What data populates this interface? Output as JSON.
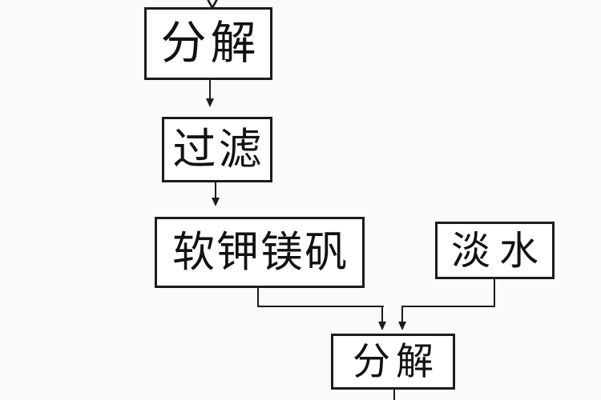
{
  "page": {
    "background_color": "#fbfaf9",
    "box_fill_color": "#ffffff",
    "line_color": "#1b1b1b",
    "text_color": "#121212"
  },
  "nodes": {
    "decompose_top": {
      "label": "分解"
    },
    "filter": {
      "label": "过滤"
    },
    "langbeinite": {
      "label": "软钾镁矾"
    },
    "fresh_water": {
      "label": "淡水"
    },
    "decompose_bottom": {
      "label": "分解"
    }
  },
  "flow": {
    "type": "flowchart",
    "edges": [
      {
        "from": "offscreen-above",
        "to": "decompose_top",
        "arrow": true
      },
      {
        "from": "decompose_top",
        "to": "filter",
        "arrow": true
      },
      {
        "from": "filter",
        "to": "langbeinite",
        "arrow": true
      },
      {
        "from": "langbeinite",
        "to": "decompose_bottom",
        "arrow": true
      },
      {
        "from": "fresh_water",
        "to": "decompose_bottom",
        "arrow": true
      },
      {
        "from": "decompose_bottom",
        "to": "offscreen-below",
        "arrow": false
      }
    ]
  }
}
